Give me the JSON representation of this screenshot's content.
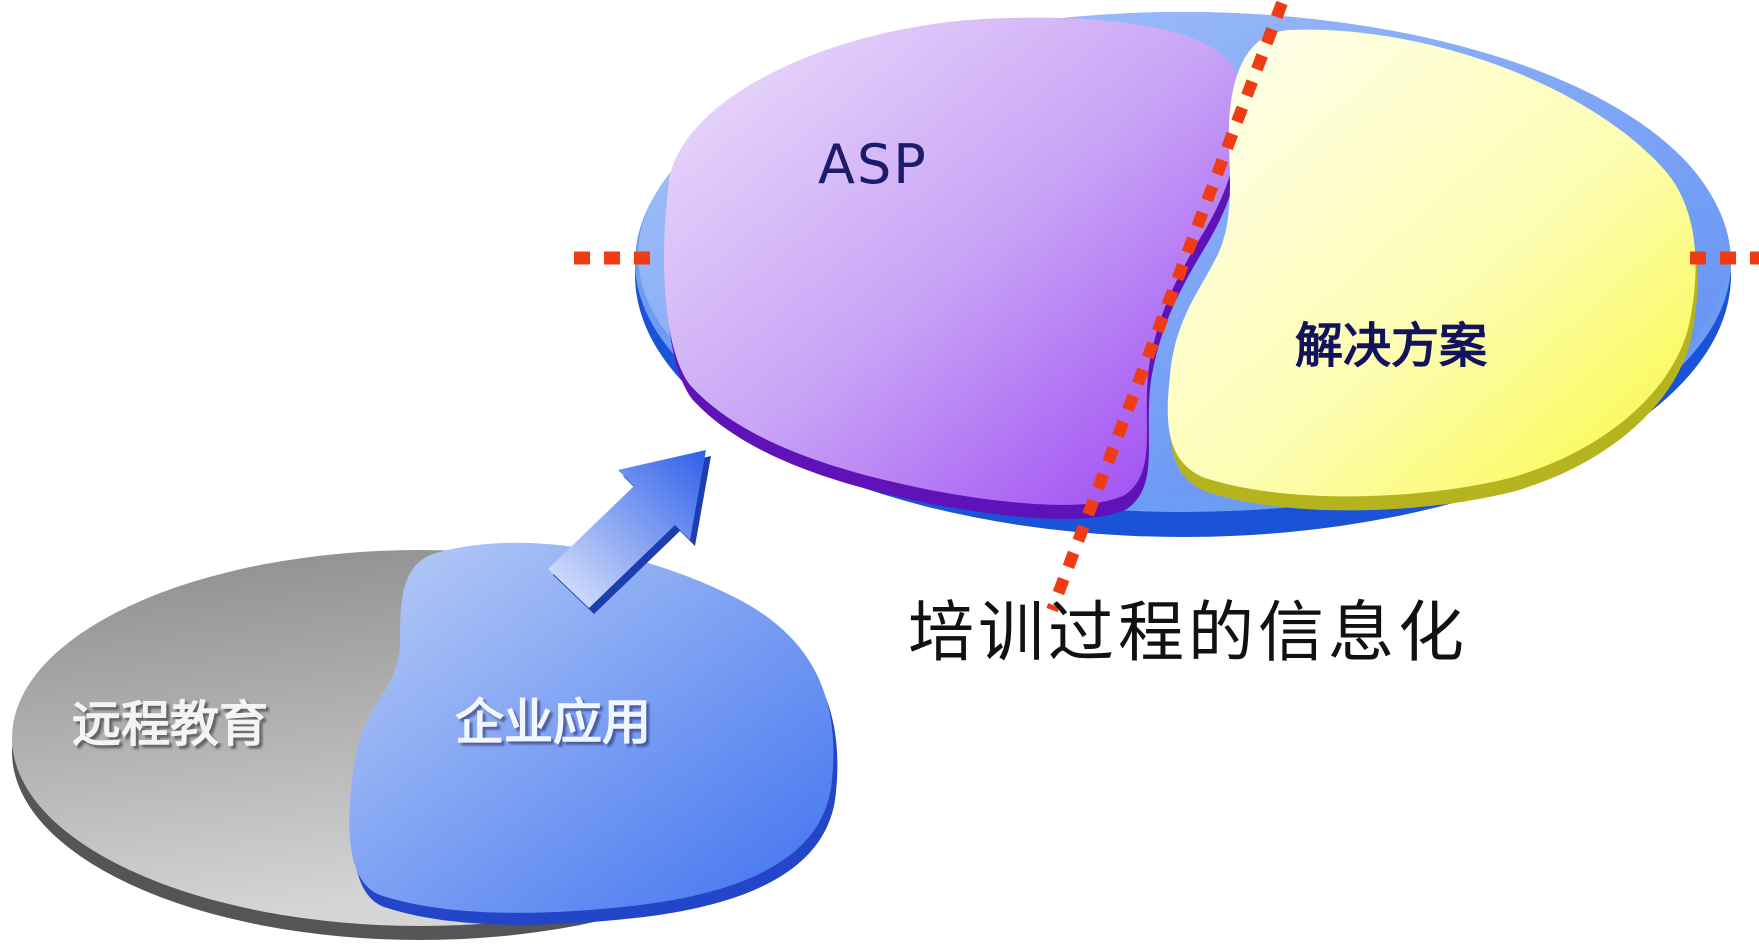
{
  "labels": {
    "asp": "ASP",
    "solution": "解决方案",
    "title": "培训过程的信息化",
    "distance_education": "远程教育",
    "enterprise_application": "企业应用"
  },
  "colors": {
    "dotted_line": "#f03c14",
    "upper_platform": "#1a5ee8",
    "asp_region": "#a14cf2",
    "solution_region": "#fbfb5a",
    "lower_platform": "#8d8d8d",
    "enterprise_region": "#5b86f2",
    "arrow": "#3a6ef0"
  }
}
